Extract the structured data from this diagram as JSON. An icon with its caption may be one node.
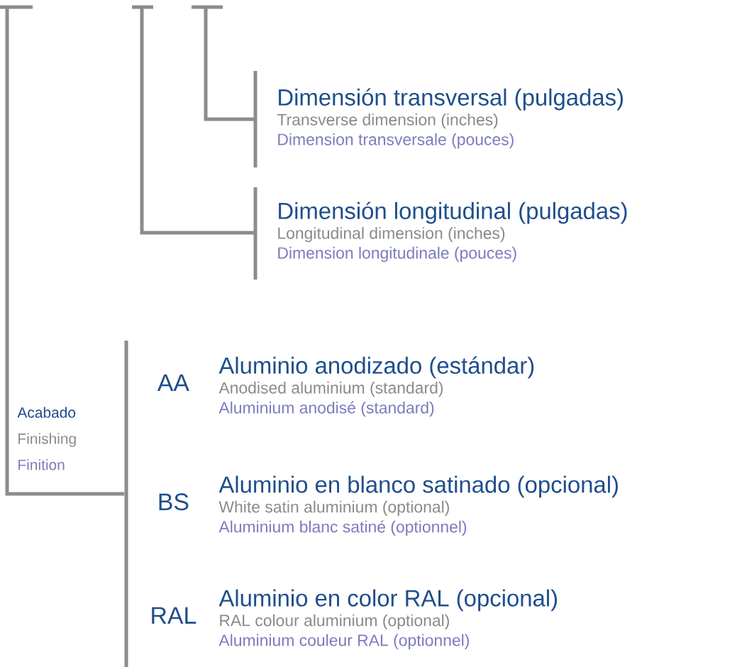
{
  "diagram": {
    "nodes": [
      {
        "text": [],
        "shape": "bar"
      },
      {
        "text": [],
        "shape": "bar"
      },
      {
        "text": [],
        "shape": "bar"
      },
      {
        "text": [
          "Dimensión transversal (pulgadas)",
          "Transverse dimension (inches)",
          "Dimension transversale (pouces)"
        ]
      },
      {
        "text": [
          "Dimensión longitudinal (pulgadas)",
          "Longitudinal dimension (inches)",
          "Dimension longitudinale (pouces)"
        ]
      },
      {
        "text": [],
        "shape": "bar"
      },
      {
        "text": [
          "AA",
          "Aluminio anodizado (estándar)",
          "Anodised aluminium (standard)",
          "Aluminium anodisé (standard)"
        ]
      },
      {
        "text": [
          "BS",
          "Aluminio en blanco satinado (opcional)",
          "White satin aluminium (optional)",
          "Aluminium blanc satiné (optionnel)"
        ]
      },
      {
        "text": [
          "RAL",
          "Aluminio en color RAL (opcional)",
          "RAL colour aluminium (optional)",
          "Aluminium couleur RAL (optionnel)"
        ]
      }
    ],
    "edges": [
      {
        "from": 2,
        "to": 3,
        "arrow": "none"
      },
      {
        "from": 1,
        "to": 4,
        "arrow": "none"
      },
      {
        "from": 0,
        "to": 5,
        "arrow": "none"
      }
    ],
    "labels": [
      "Acabado",
      "Finishing",
      "Finition"
    ]
  }
}
